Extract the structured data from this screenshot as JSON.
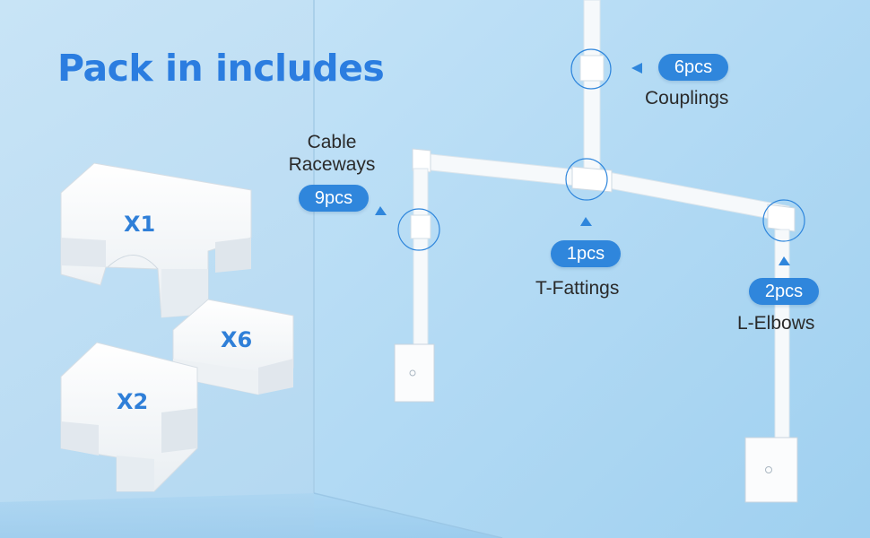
{
  "heading": "Pack in includes",
  "parts": [
    {
      "multiplier": "X1"
    },
    {
      "multiplier": "X6"
    },
    {
      "multiplier": "X2"
    }
  ],
  "callouts": {
    "couplings": {
      "count": "6pcs",
      "label": "Couplings"
    },
    "raceways": {
      "count": "9pcs",
      "label_line1": "Cable",
      "label_line2": "Raceways"
    },
    "t_fittings": {
      "count": "1pcs",
      "label": "T-Fattings"
    },
    "l_elbows": {
      "count": "2pcs",
      "label": "L-Elbows"
    }
  },
  "colors": {
    "accent": "#2f86dc",
    "heading": "#2b7de0",
    "wall": "#b8dcf2"
  }
}
